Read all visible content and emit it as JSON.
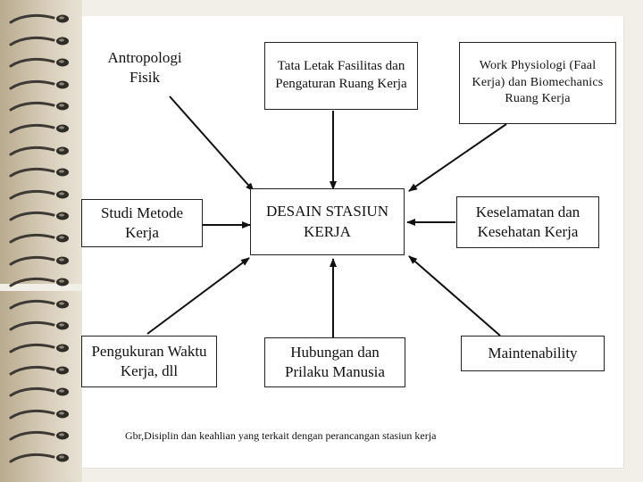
{
  "diagram": {
    "center": "DESAIN STASIUN KERJA",
    "nodes": {
      "antropologi": "Antropologi Fisik",
      "tata_letak": "Tata Letak Fasilitas dan Pengaturan Ruang Kerja",
      "work_physiologi": "Work Physiologi (Faal Kerja) dan Biomechanics Ruang Kerja",
      "studi_metode": "Studi Metode Kerja",
      "keselamatan": "Keselamatan dan Kesehatan Kerja",
      "pengukuran": "Pengukuran Waktu Kerja, dll",
      "hubungan": "Hubungan dan Prilaku Manusia",
      "maintenability": "Maintenability"
    },
    "caption": "Gbr,Disiplin dan keahlian yang terkait dengan perancangan stasiun kerja"
  },
  "colors": {
    "binding": "#c9bda6",
    "background": "#f2efe9",
    "line": "#111111"
  }
}
